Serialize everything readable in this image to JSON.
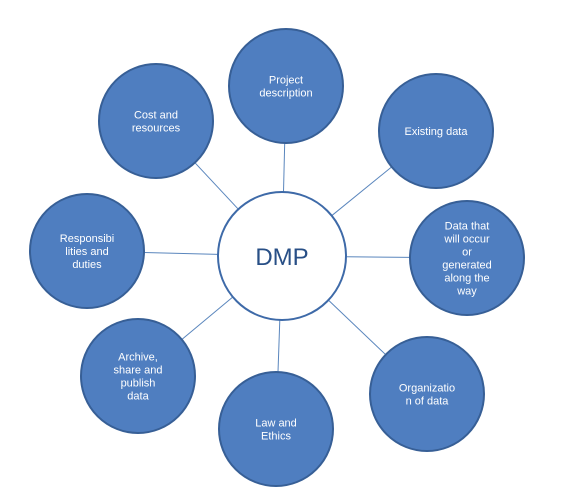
{
  "center": {
    "label": "DMP"
  },
  "nodes": [
    {
      "id": "project-description",
      "lines": [
        "Project",
        "description"
      ]
    },
    {
      "id": "existing-data",
      "lines": [
        "Existing data"
      ]
    },
    {
      "id": "data-that-will-occur",
      "lines": [
        "Data that",
        "will occur",
        "or",
        "generated",
        "along the",
        "way"
      ]
    },
    {
      "id": "organization-of-data",
      "lines": [
        "Organizatio",
        "n of data"
      ]
    },
    {
      "id": "law-and-ethics",
      "lines": [
        "Law and",
        "Ethics"
      ]
    },
    {
      "id": "archive-share-publish",
      "lines": [
        "Archive,",
        "share and",
        "publish",
        "data"
      ]
    },
    {
      "id": "responsibilities-and-duties",
      "lines": [
        "Responsibi",
        "lities and",
        "duties"
      ]
    },
    {
      "id": "cost-and-resources",
      "lines": [
        "Cost and",
        "resources"
      ]
    }
  ],
  "colors": {
    "node_fill": "#4f7ec0",
    "node_stroke": "#375f96",
    "center_stroke": "#3e6aa8",
    "center_text": "#284f86",
    "connector": "#5a86bd"
  }
}
